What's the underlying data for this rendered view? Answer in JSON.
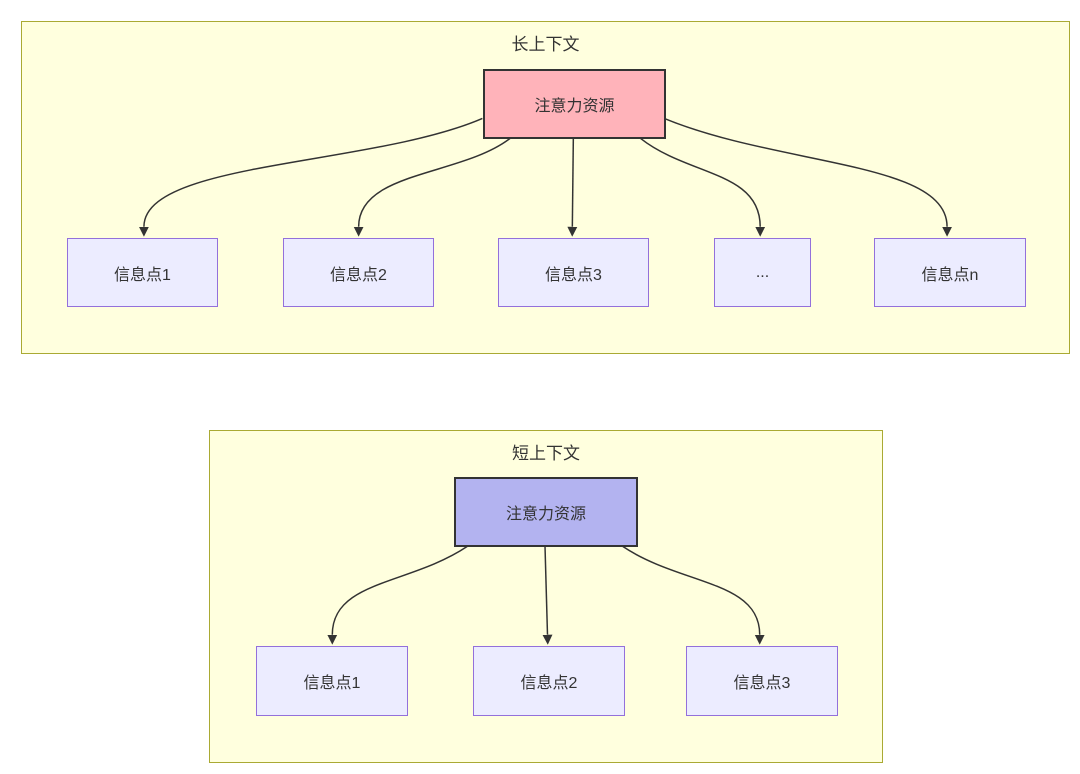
{
  "colors": {
    "container_fill": "#ffffde",
    "container_border": "#aaaa33",
    "attention_long_fill": "#ffb3ba",
    "attention_short_fill": "#b3b3f0",
    "node_fill": "#ececff",
    "node_border": "#9370db",
    "box_border": "#333333",
    "arrow": "#333333",
    "text": "#333333"
  },
  "diagrams": [
    {
      "title": "长上下文",
      "source": {
        "label": "注意力资源"
      },
      "targets": [
        {
          "label": "信息点1"
        },
        {
          "label": "信息点2"
        },
        {
          "label": "信息点3"
        },
        {
          "label": "..."
        },
        {
          "label": "信息点n"
        }
      ]
    },
    {
      "title": "短上下文",
      "source": {
        "label": "注意力资源"
      },
      "targets": [
        {
          "label": "信息点1"
        },
        {
          "label": "信息点2"
        },
        {
          "label": "信息点3"
        }
      ]
    }
  ]
}
